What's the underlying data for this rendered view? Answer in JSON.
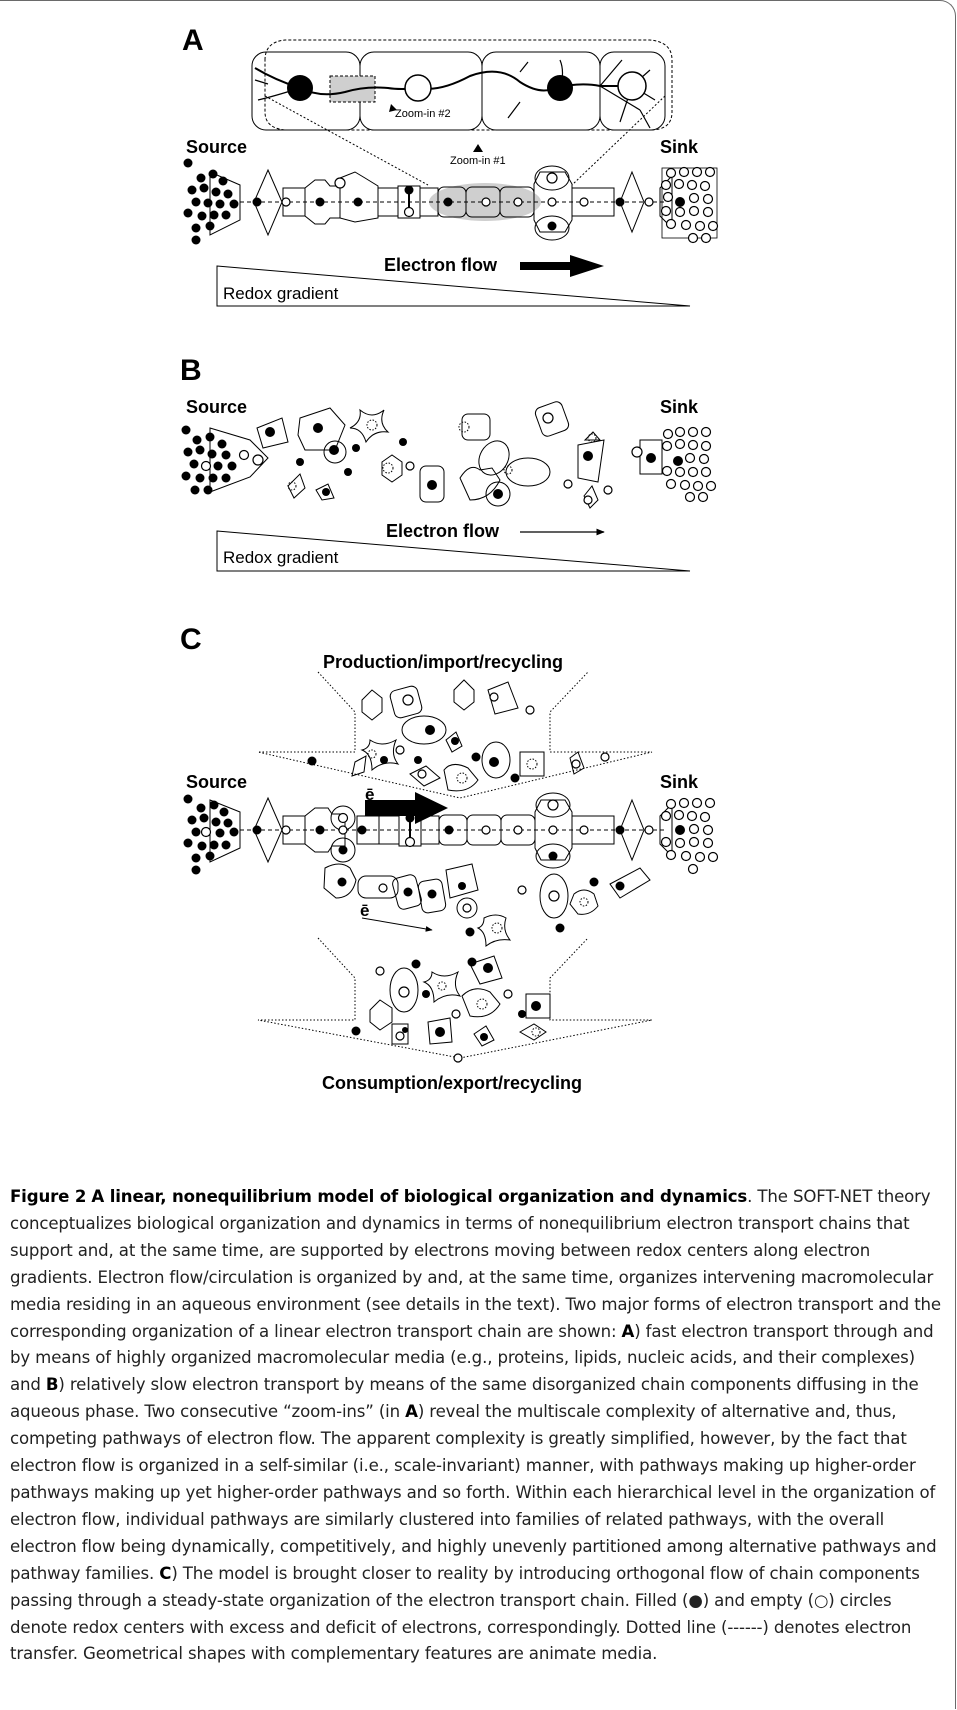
{
  "figure": {
    "panels": {
      "a": {
        "letter": "A",
        "source": "Source",
        "sink": "Sink",
        "zoom1": "Zoom-in #1",
        "zoom2": "Zoom-in #2",
        "electron_flow": "Electron flow",
        "redox": "Redox gradient"
      },
      "b": {
        "letter": "B",
        "source": "Source",
        "sink": "Sink",
        "electron_flow": "Electron flow",
        "redox": "Redox gradient"
      },
      "c": {
        "letter": "C",
        "source": "Source",
        "sink": "Sink",
        "production": "Production/import/recycling",
        "consumption": "Consumption/export/recycling",
        "e_bar": "ē"
      }
    }
  },
  "caption": {
    "label": "Figure 2",
    "title": "A linear, nonequilibrium model of biological organization and dynamics",
    "p1": ". The SOFT-NET theory conceptualizes biological organization and dynamics in terms of nonequilibrium electron transport chains that support and, at the same time, are supported by electrons moving between redox centers along electron gradients. Electron flow/circulation is organized by and, at the same time, organizes intervening macromolecular media residing in an aqueous environment (see details in the text). Two major forms of electron transport and the corresponding organization of a linear electron transport chain are shown: ",
    "a": "A",
    "p2": ") fast electron transport through and by means of highly organized macromolecular media (e.g., proteins, lipids, nucleic acids, and their complexes) and ",
    "b": "B",
    "p3": ") relatively slow electron transport by means of the same disorganized chain components diffusing in the aqueous phase. Two consecutive “zoom-ins” (in ",
    "a2": "A",
    "p4": ") reveal the multiscale complexity of alternative and, thus, competing pathways of electron flow. The apparent complexity is greatly simplified, however, by the fact that electron flow is organized in a self-similar (i.e., scale-invariant) manner, with pathways making up higher-order pathways making up yet higher-order pathways and so forth. Within each hierarchical level in the organization of electron flow, individual pathways are similarly clustered into families of related pathways, with the overall electron flow being dynamically, competitively, and highly unevenly partitioned among alternative pathways and pathway families. ",
    "c": "C",
    "p5": ") The model is brought closer to reality by introducing orthogonal flow of chain components passing through a steady-state organization of the electron transport chain. Filled (●) and empty (○) circles denote redox centers with excess and deficit of electrons, correspondingly. Dotted line (------) denotes electron transfer. Geometrical shapes with complementary features are animate media."
  }
}
